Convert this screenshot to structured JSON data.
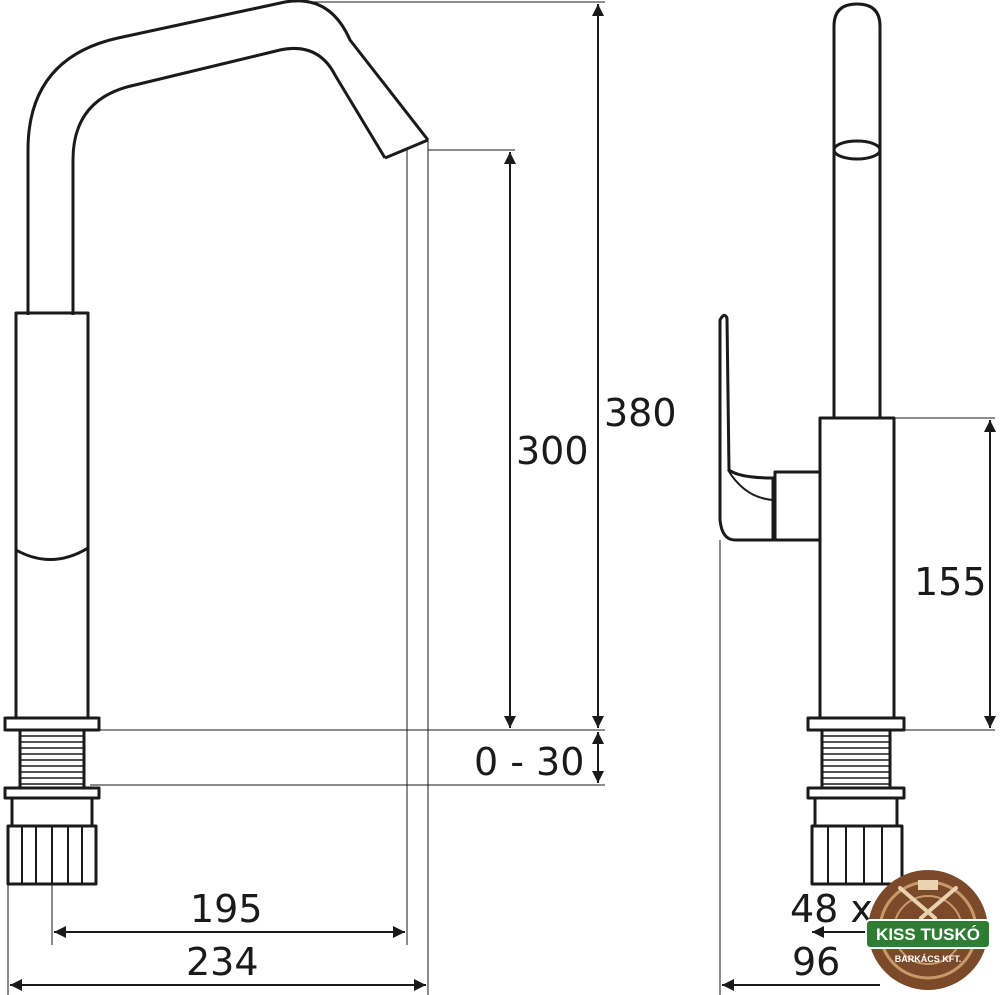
{
  "dimensions": {
    "total_height": "380",
    "spout_height": "300",
    "thickness_range": "0 - 30",
    "spout_reach": "195",
    "overall_width": "234",
    "lever_height": "155",
    "thread_size": "48 x",
    "side_width": "96"
  },
  "logo": {
    "brand_name": "KISS TUSKÓ",
    "subtitle": "BARKÁCS KFT."
  },
  "colors": {
    "line": "#1a1a1a",
    "logo_wood": "#7a4a2a",
    "logo_ring": "#c89a6a",
    "logo_ribbon": "#2e7d32"
  }
}
